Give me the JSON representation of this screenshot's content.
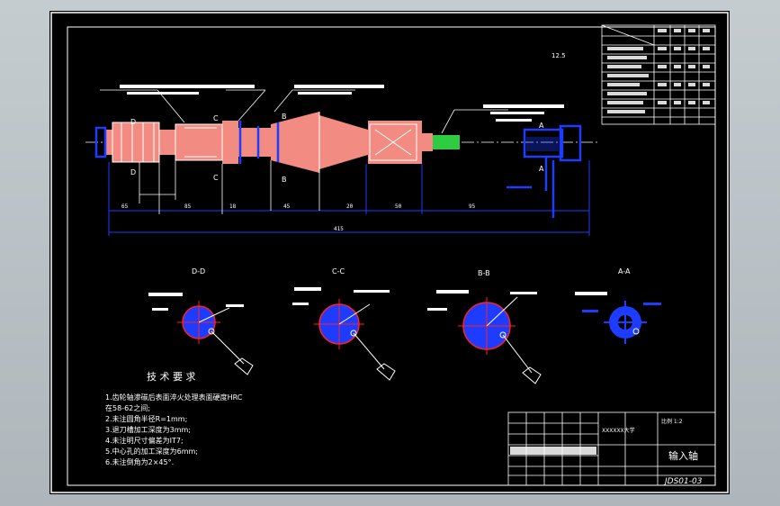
{
  "drawing": {
    "part_name": "输入轴",
    "drawing_number": "JDS01-03",
    "overall_length": "415",
    "surface_finish_top": "12.5"
  },
  "segments": {
    "d1": "65",
    "d2": "85",
    "d3": "45",
    "d4": "50",
    "d5": "20",
    "d6": "18",
    "d7": "95"
  },
  "section_views": {
    "d": "D-D",
    "c": "C-C",
    "b": "B-B",
    "a": "A-A"
  },
  "section_marks": {
    "d": "D",
    "c": "C",
    "b": "B",
    "a": "A"
  },
  "tech_req": {
    "title": "技 术 要 求",
    "items": [
      "1.齿轮轴渗碳后表面淬火处理表面硬度HRC",
      "   在58-62之间;",
      "2.未注圆角半径R=1mm;",
      "3.退刀槽加工深度为3mm;",
      "4.未注明尺寸偏差为IT7;",
      "5.中心孔的加工深度为6mm;",
      "6.未注倒角为2×45°."
    ]
  },
  "title_block": {
    "school": "XXXXXX大学",
    "scale_note": "比例 1:2"
  }
}
